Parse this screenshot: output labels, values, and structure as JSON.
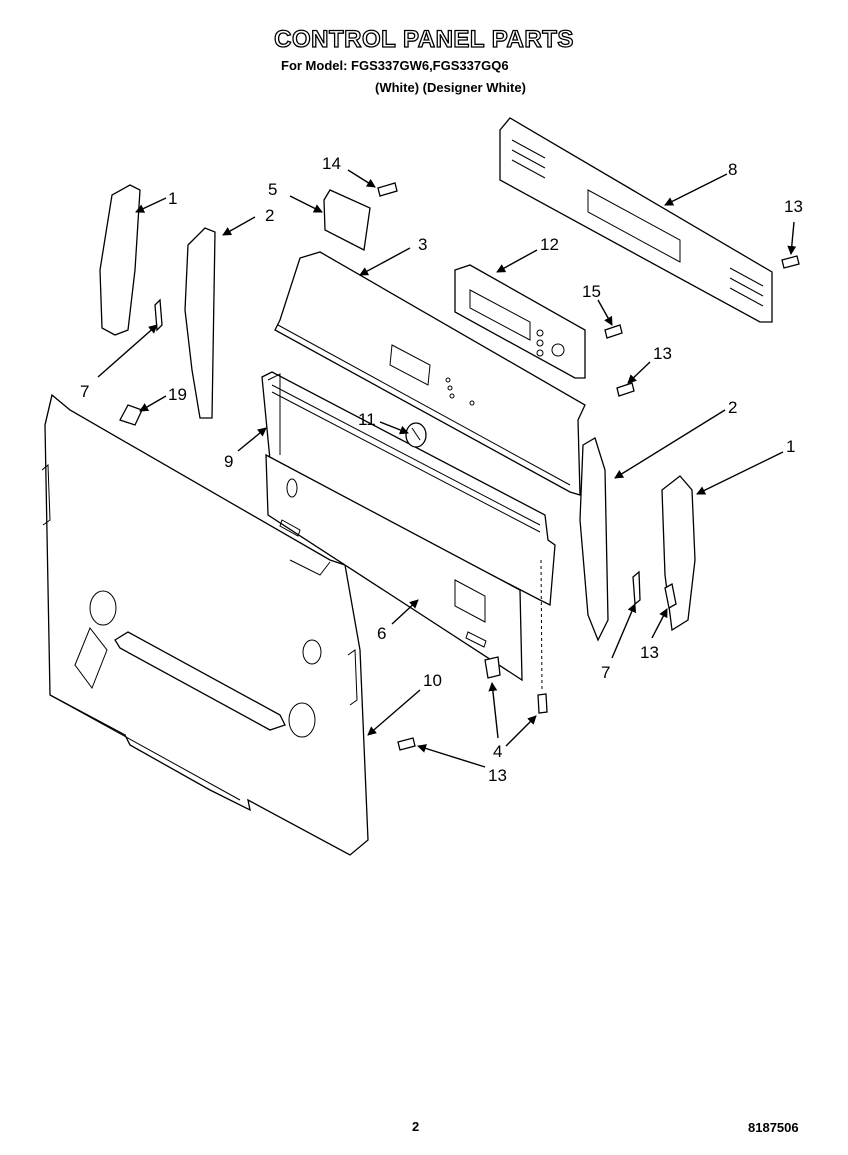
{
  "header": {
    "title": "CONTROL PANEL PARTS",
    "model_line": "For Model: FGS337GW6,FGS337GQ6",
    "variant_line": "(White)  (Designer White)"
  },
  "footer": {
    "page_number": "2",
    "document_number": "8187506"
  },
  "callouts": [
    {
      "id": "c1a",
      "label": "1"
    },
    {
      "id": "c2a",
      "label": "2"
    },
    {
      "id": "c14",
      "label": "14"
    },
    {
      "id": "c5",
      "label": "5"
    },
    {
      "id": "c8",
      "label": "8"
    },
    {
      "id": "c13a",
      "label": "13"
    },
    {
      "id": "c3",
      "label": "3"
    },
    {
      "id": "c12",
      "label": "12"
    },
    {
      "id": "c15",
      "label": "15"
    },
    {
      "id": "c13b",
      "label": "13"
    },
    {
      "id": "c7a",
      "label": "7"
    },
    {
      "id": "c19",
      "label": "19"
    },
    {
      "id": "c11",
      "label": "11"
    },
    {
      "id": "c2b",
      "label": "2"
    },
    {
      "id": "c1b",
      "label": "1"
    },
    {
      "id": "c9",
      "label": "9"
    },
    {
      "id": "c6",
      "label": "6"
    },
    {
      "id": "c7b",
      "label": "7"
    },
    {
      "id": "c13c",
      "label": "13"
    },
    {
      "id": "c10",
      "label": "10"
    },
    {
      "id": "c4",
      "label": "4"
    },
    {
      "id": "c13d",
      "label": "13"
    }
  ]
}
